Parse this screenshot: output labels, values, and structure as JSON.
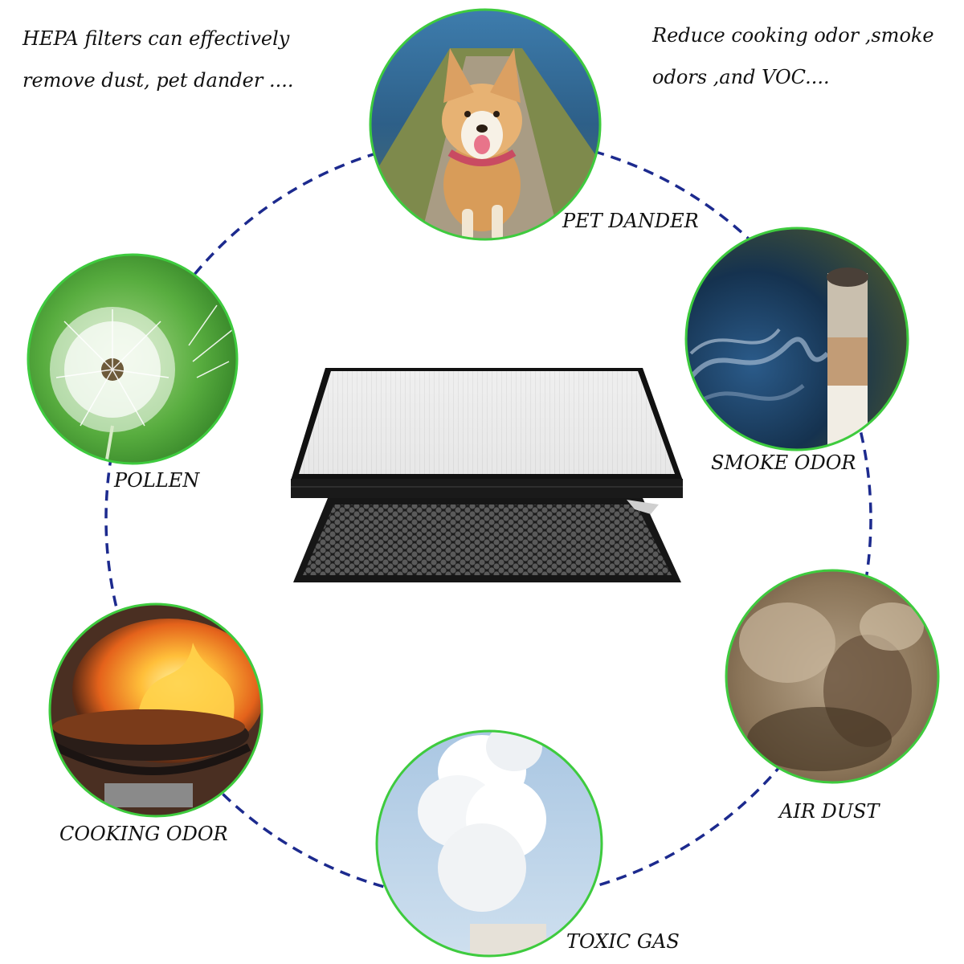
{
  "captions": {
    "left_line1": "HEPA filters can effectively",
    "left_line2": "remove dust, pet dander  ....",
    "right_line1": "Reduce cooking odor ,smoke",
    "right_line2": "odors ,and VOC...."
  },
  "pollutants": [
    {
      "label": "PET DANDER",
      "icon": "dog-photo"
    },
    {
      "label": "SMOKE ODOR",
      "icon": "cigarette-smoke-photo"
    },
    {
      "label": "AIR DUST",
      "icon": "dust-cloud-photo"
    },
    {
      "label": "TOXIC GAS",
      "icon": "smokestack-photo"
    },
    {
      "label": "COOKING ODOR",
      "icon": "wok-flame-photo"
    },
    {
      "label": "POLLEN",
      "icon": "dandelion-photo"
    }
  ],
  "colors": {
    "ring_dash": "#1c2a8e",
    "circle_border": "#3ecb3e",
    "text": "#111111"
  },
  "product": {
    "icon": "hepa-carbon-filter-photo"
  }
}
